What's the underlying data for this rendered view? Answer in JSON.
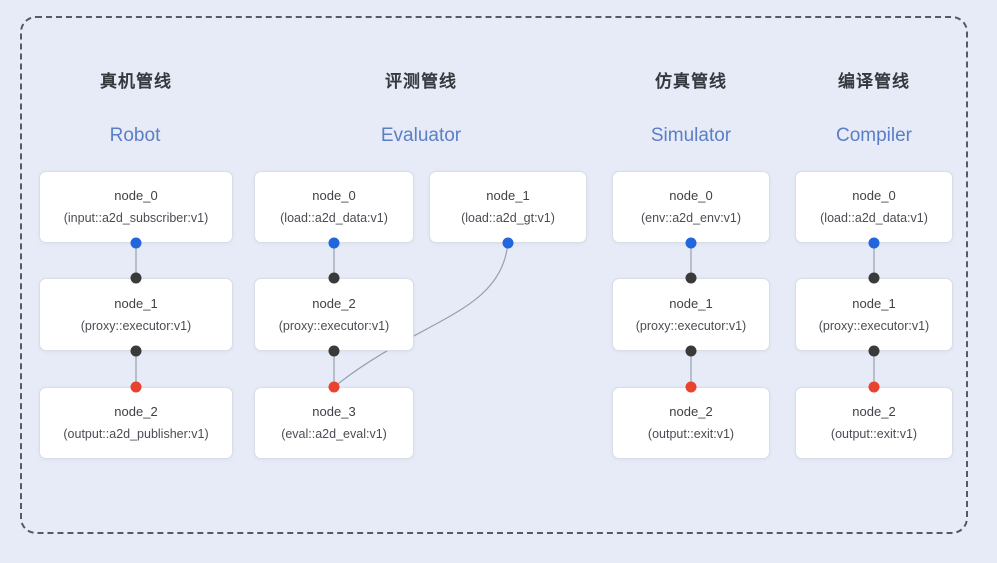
{
  "pipelines": [
    {
      "title_zh": "真机管线",
      "title_en": "Robot",
      "nodes": [
        {
          "name": "node_0",
          "detail": "(input::a2d_subscriber:v1)"
        },
        {
          "name": "node_1",
          "detail": "(proxy::executor:v1)"
        },
        {
          "name": "node_2",
          "detail": "(output::a2d_publisher:v1)"
        }
      ]
    },
    {
      "title_zh": "评测管线",
      "title_en": "Evaluator",
      "nodes": [
        {
          "name": "node_0",
          "detail": "(load::a2d_data:v1)"
        },
        {
          "name": "node_1",
          "detail": "(load::a2d_gt:v1)"
        },
        {
          "name": "node_2",
          "detail": "(proxy::executor:v1)"
        },
        {
          "name": "node_3",
          "detail": "(eval::a2d_eval:v1)"
        }
      ]
    },
    {
      "title_zh": "仿真管线",
      "title_en": "Simulator",
      "nodes": [
        {
          "name": "node_0",
          "detail": "(env::a2d_env:v1)"
        },
        {
          "name": "node_1",
          "detail": "(proxy::executor:v1)"
        },
        {
          "name": "node_2",
          "detail": "(output::exit:v1)"
        }
      ]
    },
    {
      "title_zh": "编译管线",
      "title_en": "Compiler",
      "nodes": [
        {
          "name": "node_0",
          "detail": "(load::a2d_data:v1)"
        },
        {
          "name": "node_1",
          "detail": "(proxy::executor:v1)"
        },
        {
          "name": "node_2",
          "detail": "(output::exit:v1)"
        }
      ]
    }
  ],
  "colors": {
    "background": "#e6ebf7",
    "dashed_border": "#565a63",
    "title_zh": "#35383d",
    "title_en": "#5b7fc4",
    "node_background": "#ffffff",
    "node_border": "#d9dde5",
    "node_text": "#43464c",
    "wire": "#97a0b0",
    "port_blue": "#2166dd",
    "port_black": "#3a3a3a",
    "port_red": "#e9432f"
  }
}
